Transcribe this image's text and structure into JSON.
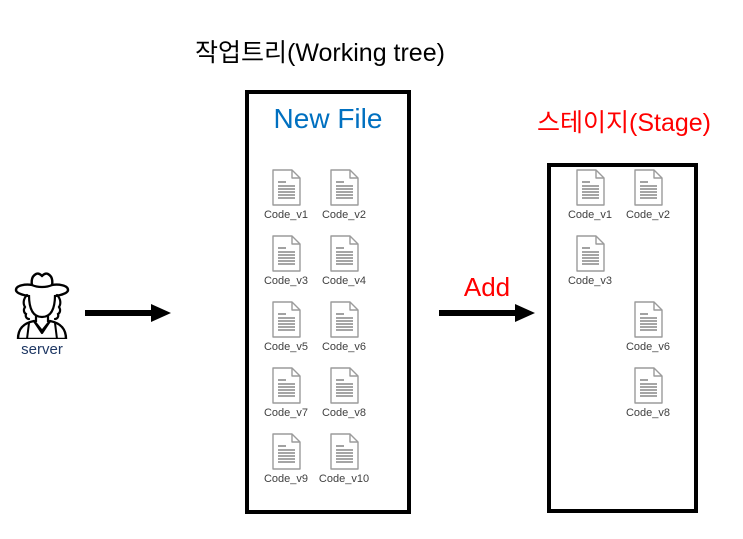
{
  "diagram": {
    "working_tree": {
      "title": "작업트리(Working tree)",
      "badge_label": "New File",
      "badge_color": "#0070C0",
      "files": [
        {
          "name": "Code_v1",
          "col": 0,
          "row": 0
        },
        {
          "name": "Code_v2",
          "col": 1,
          "row": 0
        },
        {
          "name": "Code_v3",
          "col": 0,
          "row": 1
        },
        {
          "name": "Code_v4",
          "col": 1,
          "row": 1
        },
        {
          "name": "Code_v5",
          "col": 0,
          "row": 2
        },
        {
          "name": "Code_v6",
          "col": 1,
          "row": 2
        },
        {
          "name": "Code_v7",
          "col": 0,
          "row": 3
        },
        {
          "name": "Code_v8",
          "col": 1,
          "row": 3
        },
        {
          "name": "Code_v9",
          "col": 0,
          "row": 4
        },
        {
          "name": "Code_v10",
          "col": 1,
          "row": 4
        }
      ]
    },
    "stage": {
      "title": "스테이지(Stage)",
      "title_color": "#FF0000",
      "files": [
        {
          "name": "Code_v1",
          "col": 0,
          "row": 0
        },
        {
          "name": "Code_v2",
          "col": 1,
          "row": 0
        },
        {
          "name": "Code_v3",
          "col": 0,
          "row": 1
        },
        {
          "name": "Code_v6",
          "col": 1,
          "row": 2
        },
        {
          "name": "Code_v8",
          "col": 1,
          "row": 3
        }
      ]
    },
    "actor": {
      "label": "server",
      "icon": "cowboy-person-icon",
      "label_color": "#1F3864"
    },
    "arrows": [
      {
        "name": "server-to-working-arrow",
        "label": ""
      },
      {
        "name": "working-to-stage-arrow",
        "label": "Add",
        "label_color": "#FF0000"
      }
    ],
    "icons": {
      "file": "document-icon"
    }
  }
}
